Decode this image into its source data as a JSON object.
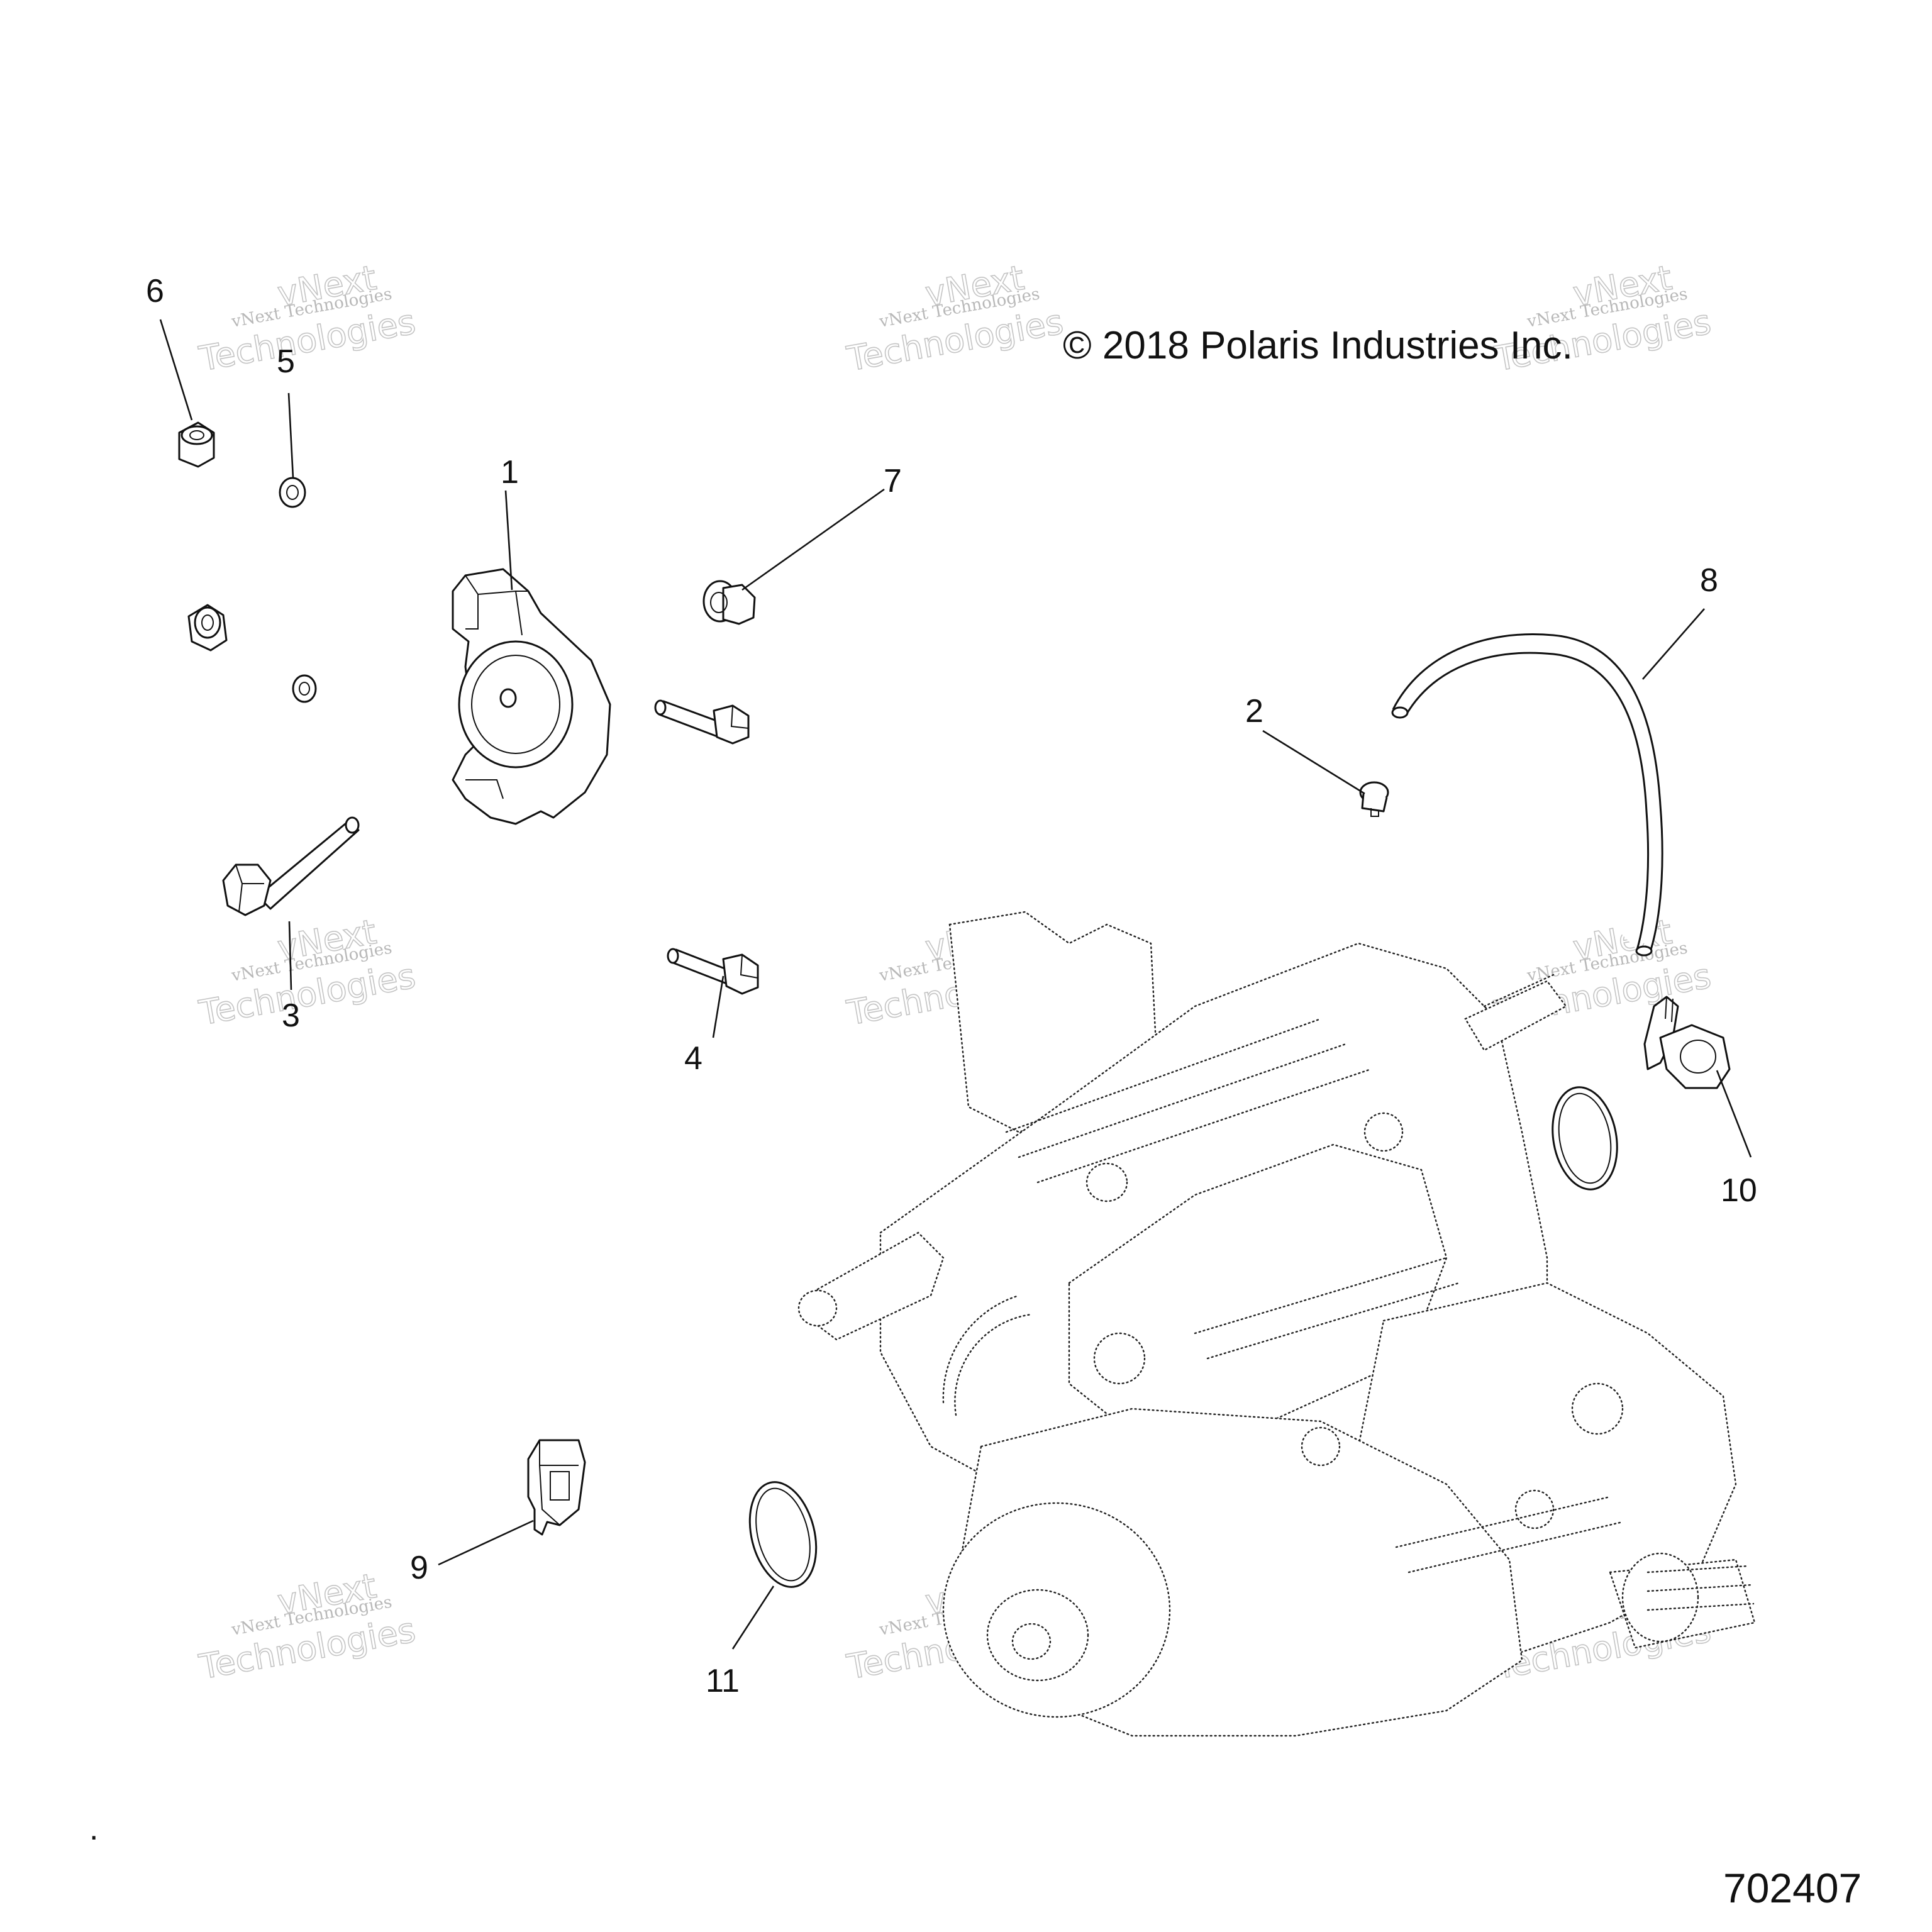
{
  "copyright": "© 2018 Polaris Industries Inc.",
  "drawing_number": "702407",
  "corner_mark": ".",
  "watermark": {
    "small_text": "vNext Technologies",
    "big_top": "vNext",
    "big_bottom": "Technologies"
  },
  "callouts": [
    "1",
    "2",
    "3",
    "4",
    "5",
    "6",
    "7",
    "8",
    "9",
    "10",
    "11"
  ],
  "parts": [
    {
      "callout": "1",
      "icon": "gear-sensor-icon"
    },
    {
      "callout": "2",
      "icon": "hose-clamp-icon"
    },
    {
      "callout": "3",
      "icon": "long-bolt-icon"
    },
    {
      "callout": "4",
      "icon": "bolt-icon"
    },
    {
      "callout": "5",
      "icon": "washer-icon"
    },
    {
      "callout": "6",
      "icon": "nut-icon"
    },
    {
      "callout": "7",
      "icon": "plug-icon"
    },
    {
      "callout": "8",
      "icon": "vent-hose-icon"
    },
    {
      "callout": "9",
      "icon": "connector-clip-icon"
    },
    {
      "callout": "10",
      "icon": "vent-fitting-icon"
    },
    {
      "callout": "11",
      "icon": "o-ring-icon"
    }
  ]
}
